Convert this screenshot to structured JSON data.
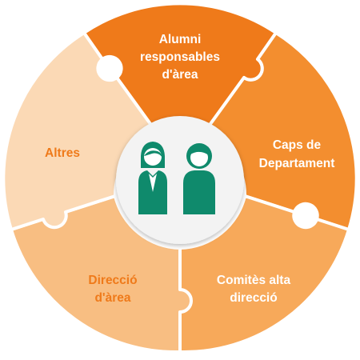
{
  "segments": [
    {
      "id": "alumni",
      "label_lines": [
        "Alumni",
        "responsables",
        "d'àrea"
      ],
      "fill": "#ef7a1a",
      "text_color": "#ffffff"
    },
    {
      "id": "caps",
      "label_lines": [
        "Caps de",
        "Departament"
      ],
      "fill": "#f38e2f",
      "text_color": "#ffffff"
    },
    {
      "id": "comites",
      "label_lines": [
        "Comitès alta",
        "direcció"
      ],
      "fill": "#f7a95a",
      "text_color": "#ffffff"
    },
    {
      "id": "direccio",
      "label_lines": [
        "Direcció",
        "d'àrea"
      ],
      "fill": "#f8be82",
      "text_color": "#ef7a1a"
    },
    {
      "id": "altres",
      "label_lines": [
        "Altres"
      ],
      "fill": "#fbd9b5",
      "text_color": "#ef7a1a"
    }
  ],
  "center": {
    "icon": "two-people-icon",
    "icon_color": "#0f8a6c",
    "circle_fill": "#f3f3f3"
  }
}
